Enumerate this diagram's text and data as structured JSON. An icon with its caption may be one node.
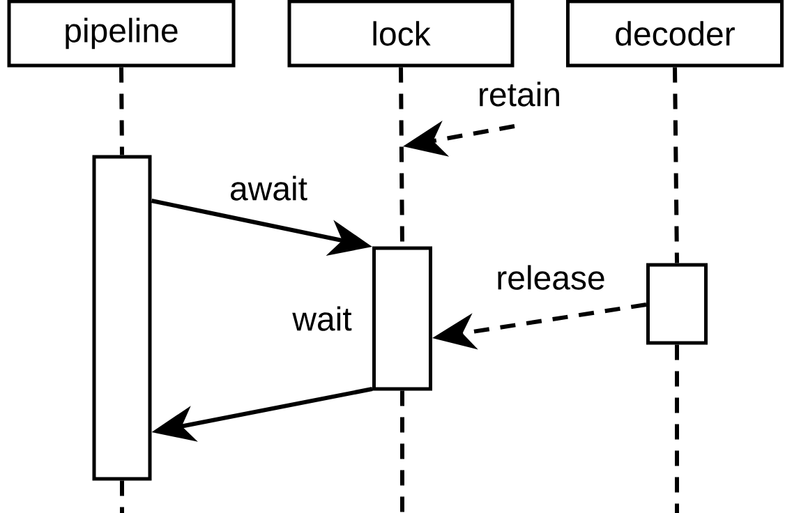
{
  "diagram": {
    "nodes": [
      {
        "text": [
          "pipeline"
        ]
      },
      {
        "text": [
          "lock"
        ]
      },
      {
        "text": [
          "decoder"
        ]
      },
      {
        "text": [],
        "shape": "box"
      },
      {
        "text": [],
        "shape": "box",
        "beside": [
          "wait"
        ]
      },
      {
        "text": [],
        "shape": "box"
      }
    ],
    "edges": [
      {
        "from": 0,
        "to": 3,
        "arrow": "none",
        "style": "dashed"
      },
      {
        "from": 1,
        "to": 4,
        "arrow": "none",
        "style": "dashed"
      },
      {
        "from": 2,
        "to": 5,
        "arrow": "none",
        "style": "dashed"
      },
      {
        "from": 3,
        "to": 4,
        "arrow": "to",
        "label": "await"
      },
      {
        "from": 5,
        "to": 4,
        "arrow": "to",
        "style": "dashed",
        "label": "release"
      },
      {
        "from": 4,
        "to": 3,
        "arrow": "to"
      }
    ],
    "labels": [
      "retain"
    ]
  }
}
